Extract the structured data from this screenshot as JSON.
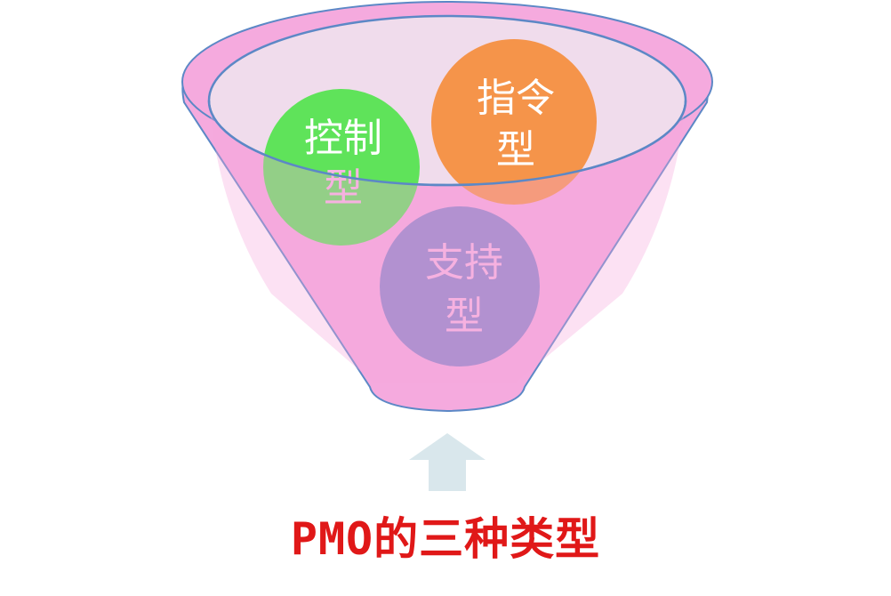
{
  "circles": [
    {
      "id": "control",
      "line1": "控制",
      "line2": "型",
      "fill": "#5fe35a",
      "text_color": "#ffffff"
    },
    {
      "id": "directive",
      "line1": "指令",
      "line2": "型",
      "fill": "#f5944a",
      "text_color": "#ffffff"
    },
    {
      "id": "support",
      "line1": "支持",
      "line2": "型",
      "fill": "#8e84c9",
      "text_color": "#f6b6e2"
    }
  ],
  "caption": "PMO的三种类型",
  "colors": {
    "funnel_fill": "#f5aade",
    "funnel_rim_fill": "#f0dcec",
    "funnel_outline": "#5c88c6",
    "arrow_fill": "#d9e7ec",
    "caption_color": "#e01818"
  }
}
